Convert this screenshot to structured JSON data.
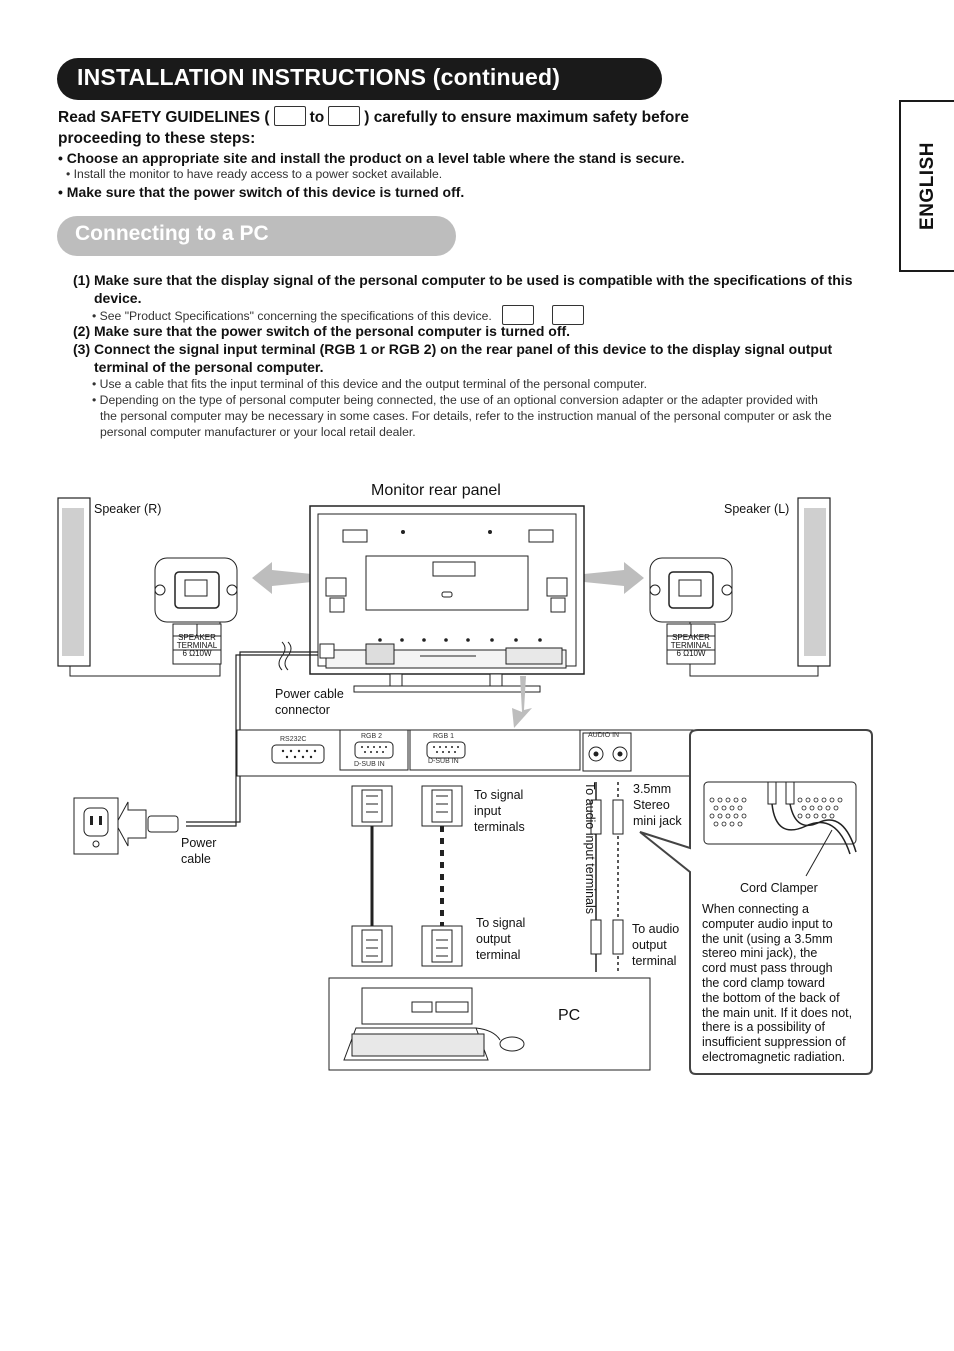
{
  "header": {
    "title": "INSTALLATION INSTRUCTIONS (continued)",
    "side_tab": "ENGLISH"
  },
  "safety": {
    "line1_pre": "Read SAFETY GUIDELINES (",
    "line1_to": "to",
    "line1_post": ") carefully to ensure maximum safety before",
    "line2": "proceeding to these steps:",
    "bullet1": "• Choose an appropriate site and install the product on a level table where the stand is secure.",
    "sub1": "• Install the monitor to have ready access to a power socket available.",
    "bullet2": "• Make sure that the power switch of this device is turned off."
  },
  "section": {
    "title": "Connecting to a PC"
  },
  "steps": {
    "s1_a": "(1) Make sure that the display signal of the personal computer to be used is compatible with the specifications of this",
    "s1_b": "device.",
    "s1_note": "• See \"Product Specifications\" concerning the specifications of this device.",
    "s2": "(2) Make sure that the power switch of the personal computer is turned off.",
    "s3_a": "(3) Connect the signal input terminal (RGB 1 or RGB 2) on the rear panel of this device to the display signal output",
    "s3_b": "terminal of the personal computer.",
    "s3_note1": "• Use a cable that fits the input terminal of this device and the output terminal of the personal computer.",
    "s3_note2a": "• Depending on the type of personal computer being connected, the use of an optional conversion adapter or the adapter provided with",
    "s3_note2b": "the personal computer may be necessary in some cases. For details, refer to the instruction manual of the personal computer or ask the",
    "s3_note2c": "personal computer manufacturer or your local retail dealer."
  },
  "diagram": {
    "monitor_label": "Monitor rear panel",
    "speaker_r": "Speaker (R)",
    "speaker_l": "Speaker (L)",
    "speaker_terminal": [
      "SPEAKER",
      "TERMINAL",
      "6 Ω10W"
    ],
    "power_connector": [
      "Power cable",
      "connector"
    ],
    "power_cable": [
      "Power",
      "cable"
    ],
    "ports": {
      "rs232c": "RS232C",
      "rgb2": "RGB 2",
      "rgb1": "RGB 1",
      "dsub": "D-SUB IN",
      "audio_in": "AUDIO IN"
    },
    "to_signal_input": [
      "To signal",
      "input",
      "terminals"
    ],
    "to_signal_output": [
      "To signal",
      "output",
      "terminal"
    ],
    "to_audio_input": "To audio input terminals",
    "jack": [
      "3.5mm",
      "Stereo",
      "mini jack"
    ],
    "to_audio_output": [
      "To audio",
      "output",
      "terminal"
    ],
    "pc": "PC",
    "cord_clamper": "Cord Clamper",
    "callout": [
      "When connecting a",
      "computer audio input to",
      "the unit (using a 3.5mm",
      "stereo mini jack), the",
      "cord must pass through",
      "the cord clamp toward",
      "the bottom of the back of",
      "the main unit. If it does not,",
      "there is a possibility of",
      "insufficient suppression of",
      "electromagnetic radiation."
    ]
  }
}
